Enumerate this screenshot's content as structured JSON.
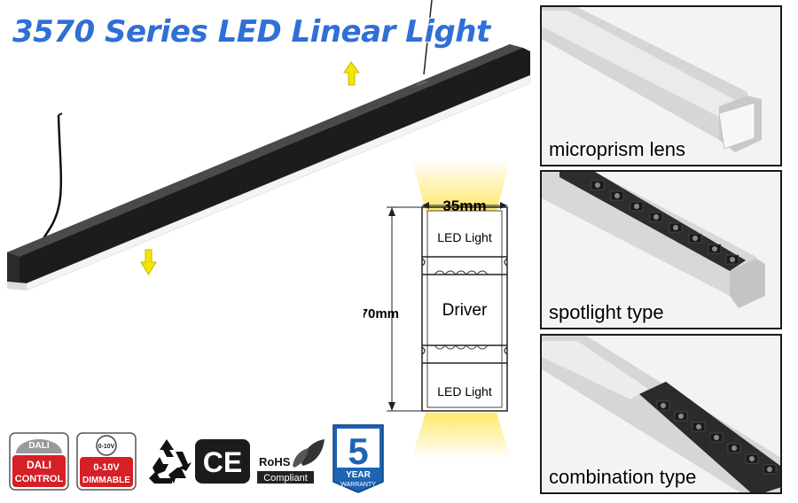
{
  "title": "3570 Series LED Linear Light",
  "diagram": {
    "width_label": "35mm",
    "height_label": "70mm",
    "top_chamber": "LED Light",
    "middle_chamber": "Driver",
    "bottom_chamber": "LED Light"
  },
  "panels": [
    {
      "label": "microprism lens"
    },
    {
      "label": "spotlight type"
    },
    {
      "label": "combination type"
    }
  ],
  "badges": {
    "dali_top": "DALI",
    "dali_line1": "DALI",
    "dali_line2": "CONTROL",
    "dim_top": "0-10V",
    "dim_line1": "0-10V",
    "dim_line2": "DIMMABLE",
    "ce": "CE",
    "rohs_line1": "RoHS",
    "rohs_line2": "Compliant",
    "warranty_number": "5",
    "warranty_line1": "YEAR",
    "warranty_line2": "WARRANTY"
  },
  "icons": [
    "arrow-up-icon",
    "arrow-down-icon",
    "recycle-icon",
    "leaf-icon"
  ],
  "colors": {
    "title": "#2f6fd6",
    "arrow": "#f5e400",
    "light_glow": "#ffe86a",
    "badge_red": "#d61f26",
    "warranty_blue": "#1d64b4"
  }
}
